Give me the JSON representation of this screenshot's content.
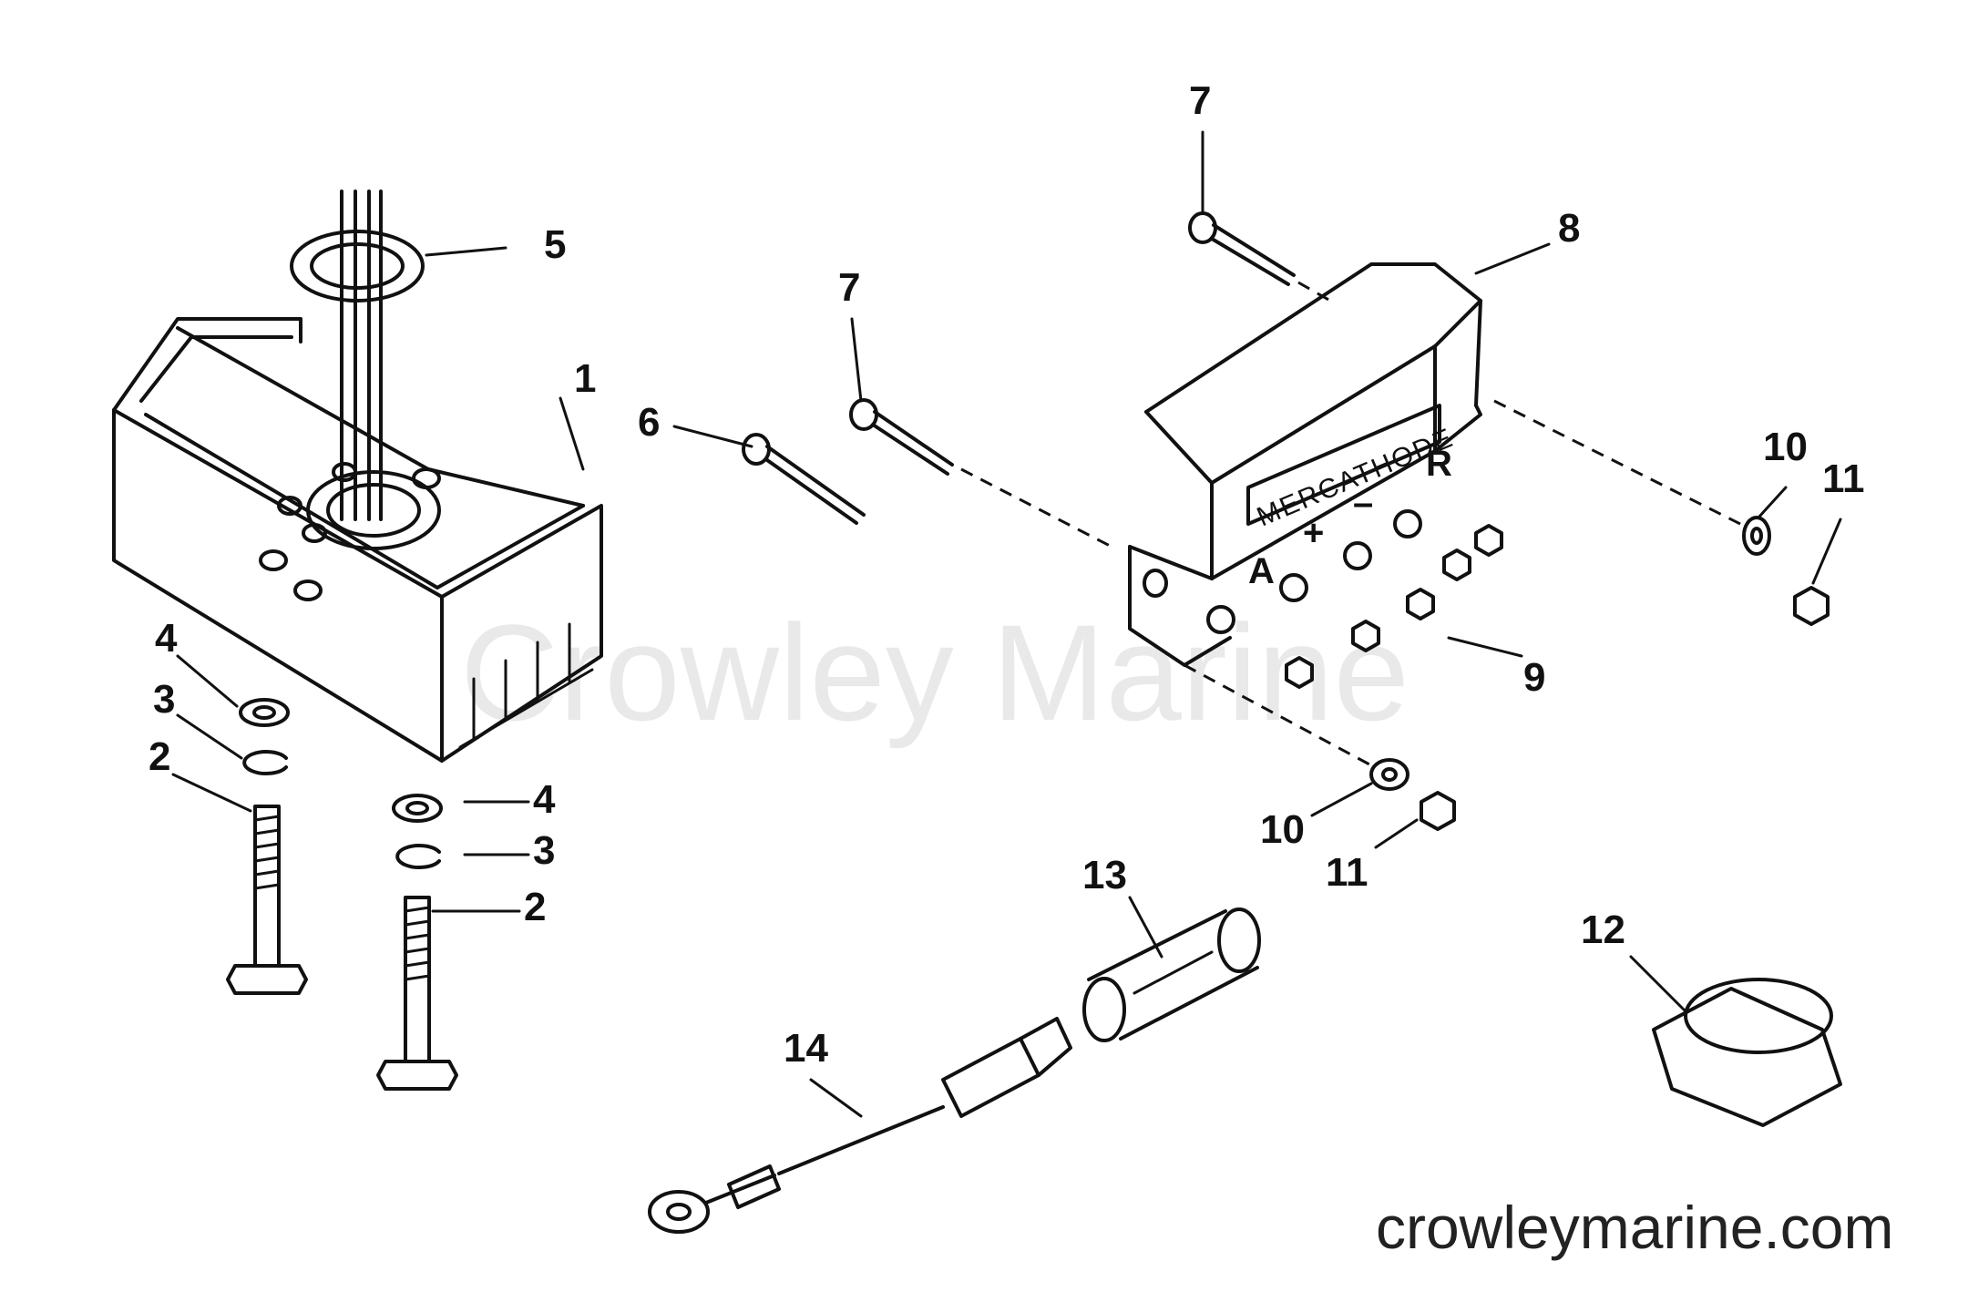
{
  "watermark": "Crowley Marine",
  "website": "crowleymarine.com",
  "component_plate": {
    "brand": "MERCATHODE",
    "terminals": [
      "A",
      "+",
      "–",
      "R"
    ]
  },
  "callouts": {
    "c1": "1",
    "c2a": "2",
    "c2b": "2",
    "c3a": "3",
    "c3b": "3",
    "c4a": "4",
    "c4b": "4",
    "c5": "5",
    "c6": "6",
    "c7a": "7",
    "c7b": "7",
    "c8": "8",
    "c9": "9",
    "c10a": "10",
    "c10b": "10",
    "c11a": "11",
    "c11b": "11",
    "c12": "12",
    "c13": "13",
    "c14": "14"
  }
}
